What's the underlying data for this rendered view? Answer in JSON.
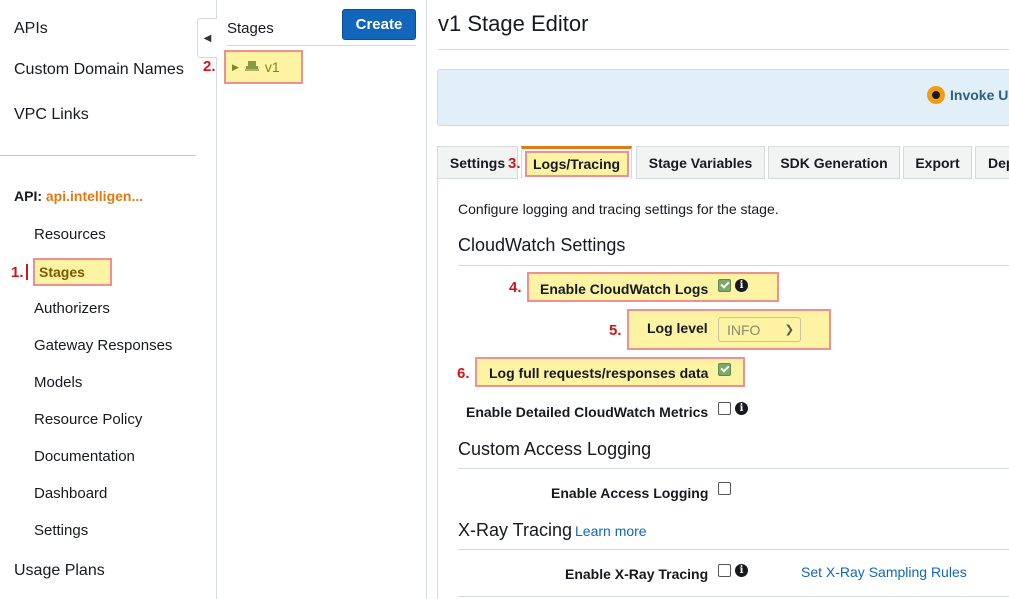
{
  "nav": {
    "top_items": [
      "APIs",
      "Custom Domain Names",
      "VPC Links"
    ],
    "api_prefix": "API:",
    "api_name": "api.intelligen...",
    "sub_items": [
      "Resources",
      "Stages",
      "Authorizers",
      "Gateway Responses",
      "Models",
      "Resource Policy",
      "Documentation",
      "Dashboard",
      "Settings"
    ],
    "bottom_item": "Usage Plans"
  },
  "steps": [
    "1.",
    "2.",
    "3.",
    "4.",
    "5.",
    "6."
  ],
  "stages": {
    "heading": "Stages",
    "create_label": "Create",
    "items": [
      {
        "label": "v1"
      }
    ]
  },
  "editor": {
    "title": "v1 Stage Editor",
    "invoke_text": "Invoke U",
    "tabs": [
      "Settings",
      "Logs/Tracing",
      "Stage Variables",
      "SDK Generation",
      "Export",
      "Dep"
    ],
    "active_tab": "Logs/Tracing",
    "description": "Configure logging and tracing settings for the stage.",
    "cloudwatch": {
      "heading": "CloudWatch Settings",
      "enable_logs_label": "Enable CloudWatch Logs",
      "enable_logs_checked": true,
      "log_level_label": "Log level",
      "log_level_value": "INFO",
      "full_data_label": "Log full requests/responses data",
      "full_data_checked": true,
      "detailed_metrics_label": "Enable Detailed CloudWatch Metrics",
      "detailed_metrics_checked": false
    },
    "access_logging": {
      "heading": "Custom Access Logging",
      "enable_label": "Enable Access Logging",
      "enable_checked": false
    },
    "xray": {
      "heading": "X-Ray Tracing",
      "learn_more": "Learn more",
      "enable_label": "Enable X-Ray Tracing",
      "enable_checked": false,
      "sampling_link": "Set X-Ray Sampling Rules"
    }
  },
  "colors": {
    "accent_orange": "#e47911",
    "create_blue": "#1166bb",
    "highlight_fill": "#fdf3a3",
    "highlight_border": "#f08f8f",
    "step_red": "#d11515"
  }
}
